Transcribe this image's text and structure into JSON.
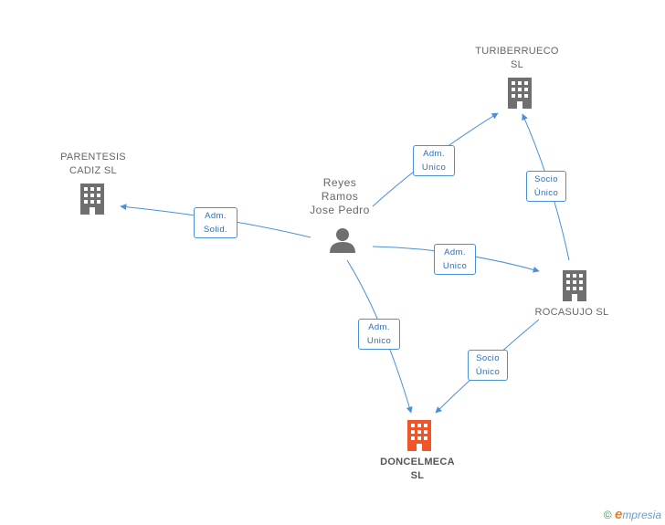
{
  "nodes": {
    "turiberrueco": {
      "line1": "TURIBERRUECO",
      "line2": "SL"
    },
    "parentesis": {
      "line1": "PARENTESIS",
      "line2": "CADIZ SL"
    },
    "rocasujo": {
      "line1": "ROCASUJO SL"
    },
    "doncelmeca": {
      "line1": "DONCELMECA",
      "line2": "SL"
    },
    "person": {
      "line1": "Reyes",
      "line2": "Ramos",
      "line3": "Jose Pedro"
    }
  },
  "edges": {
    "person_turiberrueco": {
      "line1": "Adm.",
      "line2": "Unico"
    },
    "person_parentesis": {
      "line1": "Adm.",
      "line2": "Solid."
    },
    "person_rocasujo": {
      "line1": "Adm.",
      "line2": "Unico"
    },
    "person_doncelmeca": {
      "line1": "Adm.",
      "line2": "Unico"
    },
    "rocasujo_turiberrueco": {
      "line1": "Socio",
      "line2": "Único"
    },
    "rocasujo_doncelmeca": {
      "line1": "Socio",
      "line2": "Único"
    }
  },
  "colors": {
    "edge": "#4a90d9",
    "building": "#6f6f6f",
    "building_focus": "#f0552a",
    "person": "#6f6f6f"
  },
  "footer": {
    "copyright": "©",
    "brand_initial": "e",
    "brand_rest": "mpresia"
  }
}
